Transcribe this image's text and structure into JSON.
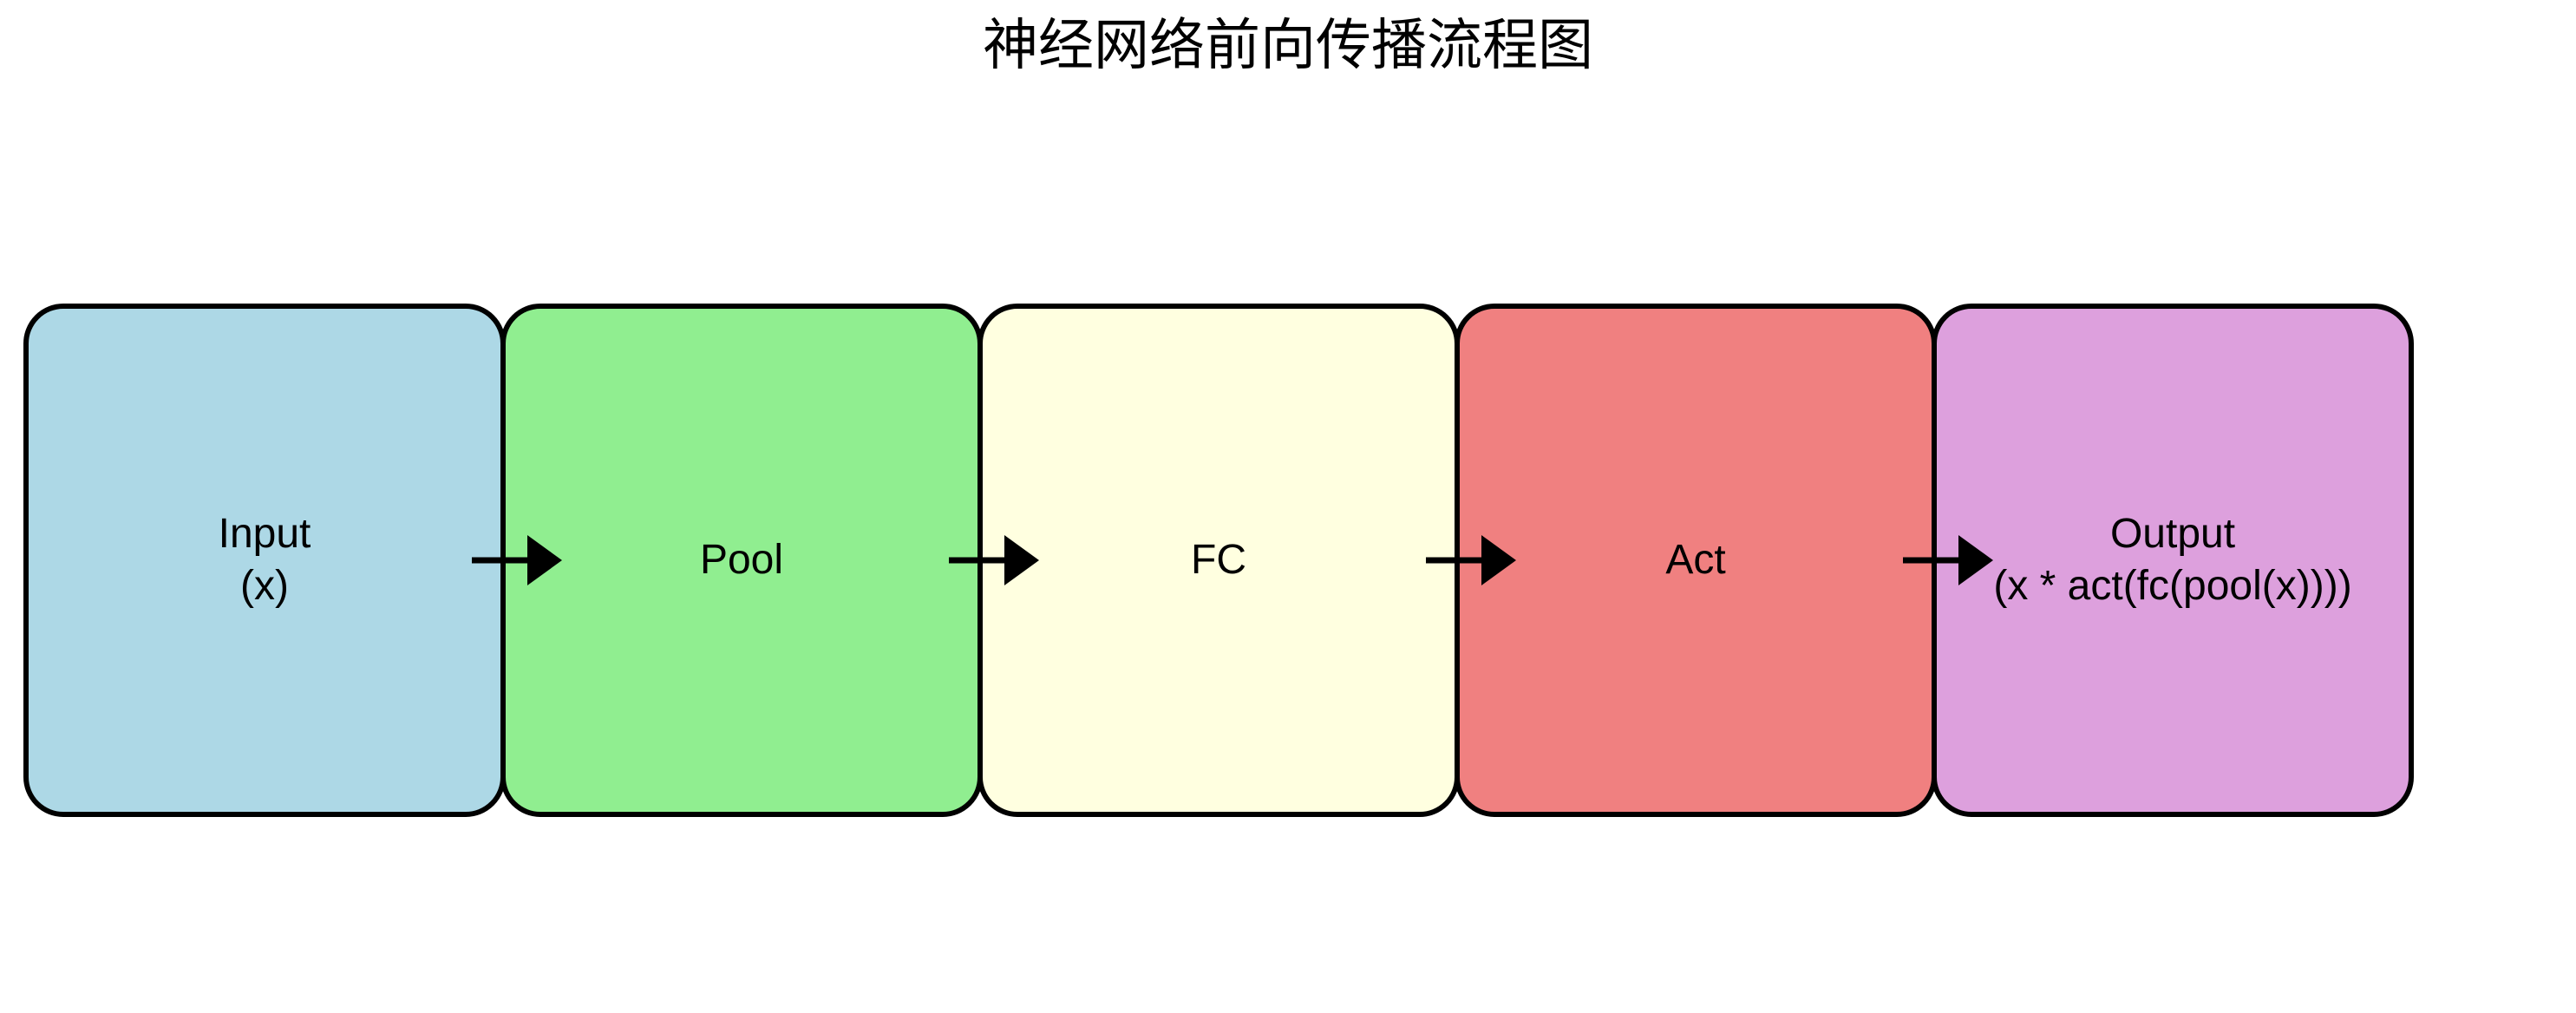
{
  "title": "神经网络前向传播流程图",
  "diagram": {
    "type": "flowchart",
    "direction": "left-to-right",
    "background_color": "#ffffff",
    "border_color": "#000000",
    "arrow_color": "#000000",
    "text_color": "#000000",
    "nodes": [
      {
        "id": "input",
        "label": "Input",
        "sublabel": "(x)",
        "color": "#ADD8E6"
      },
      {
        "id": "pool",
        "label": "Pool",
        "sublabel": "",
        "color": "#90EE90"
      },
      {
        "id": "fc",
        "label": "FC",
        "sublabel": "",
        "color": "#FFFFE0"
      },
      {
        "id": "act",
        "label": "Act",
        "sublabel": "",
        "color": "#F08080"
      },
      {
        "id": "output",
        "label": "Output",
        "sublabel": "(x * act(fc(pool(x))))",
        "color": "#DDA0DD"
      }
    ],
    "edges": [
      {
        "from": "input",
        "to": "pool"
      },
      {
        "from": "pool",
        "to": "fc"
      },
      {
        "from": "fc",
        "to": "act"
      },
      {
        "from": "act",
        "to": "output"
      }
    ]
  }
}
